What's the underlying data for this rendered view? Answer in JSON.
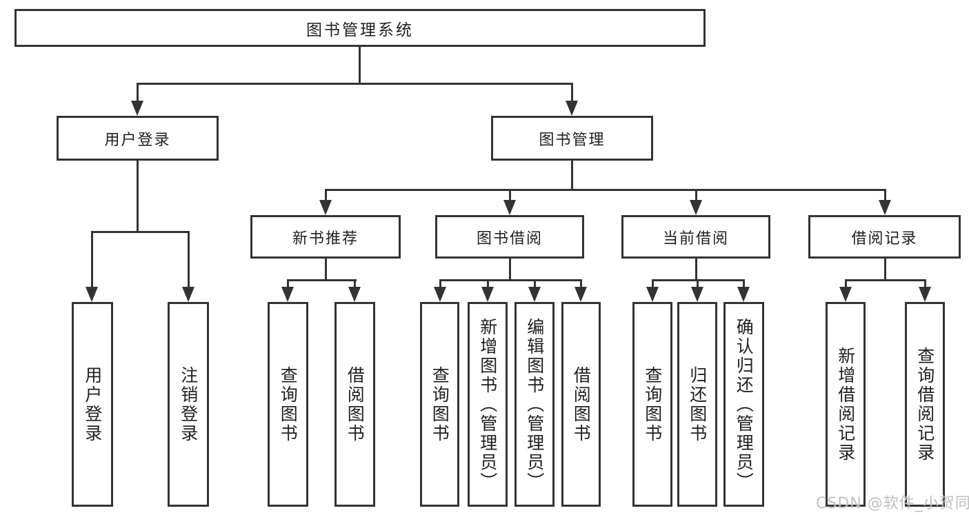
{
  "diagram": {
    "type": "hierarchy-tree",
    "root_label": "图书管理系统",
    "nodes": {
      "root": "图书管理系统",
      "userLogin": "用户登录",
      "bookMgmt": "图书管理",
      "newBookRec": "新书推荐",
      "bookBorrow": "图书借阅",
      "currentBorrow": "当前借阅",
      "borrowRecords": "借阅记录",
      "leafUserLogin": "用户登录",
      "leafLogout": "注销登录",
      "leafQueryBookA": "查询图书",
      "leafBorrowBookA": "借阅图书",
      "leafQueryBookB": "查询图书",
      "leafAddBook": "新增图书（管理员）",
      "leafEditBook": "编辑图书（管理员）",
      "leafBorrowBookB": "借阅图书",
      "leafQueryBookC": "查询图书",
      "leafReturnBook": "归还图书",
      "leafConfirmReturn": "确认归还（管理员）",
      "leafAddRecord": "新增借阅记录",
      "leafQueryRecord": "查询借阅记录"
    },
    "tree": {
      "图书管理系统": {
        "用户登录": [
          "用户登录",
          "注销登录"
        ],
        "图书管理": {
          "新书推荐": [
            "查询图书",
            "借阅图书"
          ],
          "图书借阅": [
            "查询图书",
            "新增图书（管理员）",
            "编辑图书（管理员）",
            "借阅图书"
          ],
          "当前借阅": [
            "查询图书",
            "归还图书",
            "确认归还（管理员）"
          ],
          "借阅记录": [
            "新增借阅记录",
            "查询借阅记录"
          ]
        }
      }
    },
    "colors": {
      "line": "#333333",
      "text": "#1f1f1f",
      "background": "#ffffff",
      "watermark_text_color": "#c0c0c0"
    },
    "watermark": "CSDN @软件_小贺同学"
  }
}
